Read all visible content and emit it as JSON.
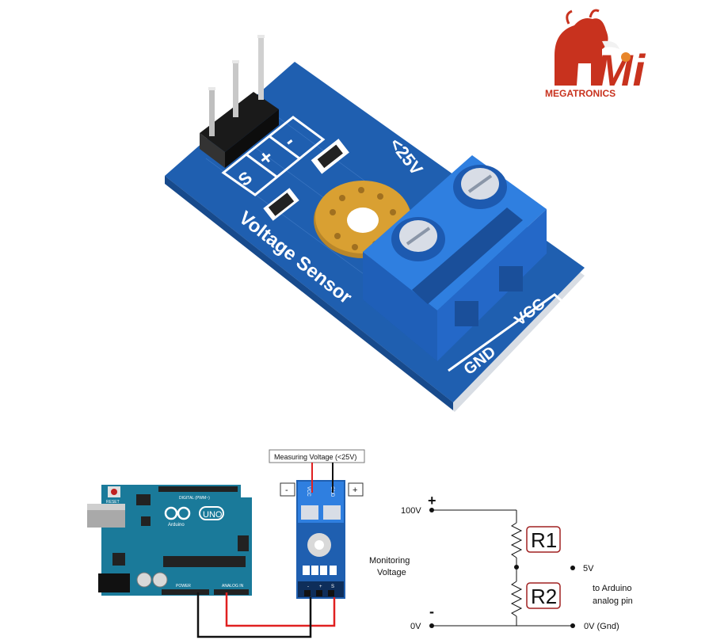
{
  "logo": {
    "text": "MEGATRONICS",
    "monogram": "Mi",
    "icon": "mammoth-icon"
  },
  "sensor_board": {
    "pins": [
      "S",
      "+",
      "-"
    ],
    "silkscreen_title": "Voltage Sensor",
    "range": "<25V",
    "terminals": [
      "GND",
      "VCC"
    ]
  },
  "wiring": {
    "measuring_label": "Measuring Voltage (<25V)",
    "minus_sign": "-",
    "plus_sign": "+",
    "module_terminals": [
      "VCC",
      "GND"
    ],
    "module_pins": [
      "-",
      "+",
      "S"
    ],
    "monitoring_label_line1": "Monitoring",
    "monitoring_label_line2": "Voltage",
    "arduino_brand": "Arduino",
    "arduino_model": "UNO",
    "arduino_reset": "RESET",
    "arduino_digital": "DIGITAL (PWM~)",
    "arduino_power": "POWER",
    "arduino_analog": "ANALOG IN",
    "wire_signal_color": "#e02020",
    "wire_ground_color": "#111111"
  },
  "schematic": {
    "plus": "+",
    "minus": "-",
    "v_high": "100V",
    "v_low": "0V",
    "r1": "R1",
    "r2": "R2",
    "v_mid": "5V",
    "gnd_label": "0V (Gnd)",
    "arduino_line1": "to Arduino",
    "arduino_line2": "analog pin"
  },
  "colors": {
    "pcb_blue": "#1f5fb0",
    "terminal_blue": "#2f7fe0",
    "arduino_teal": "#1a7a9a",
    "brass": "#d9a032",
    "logo_red": "#c8321e",
    "resistor_box": "#a02020"
  }
}
